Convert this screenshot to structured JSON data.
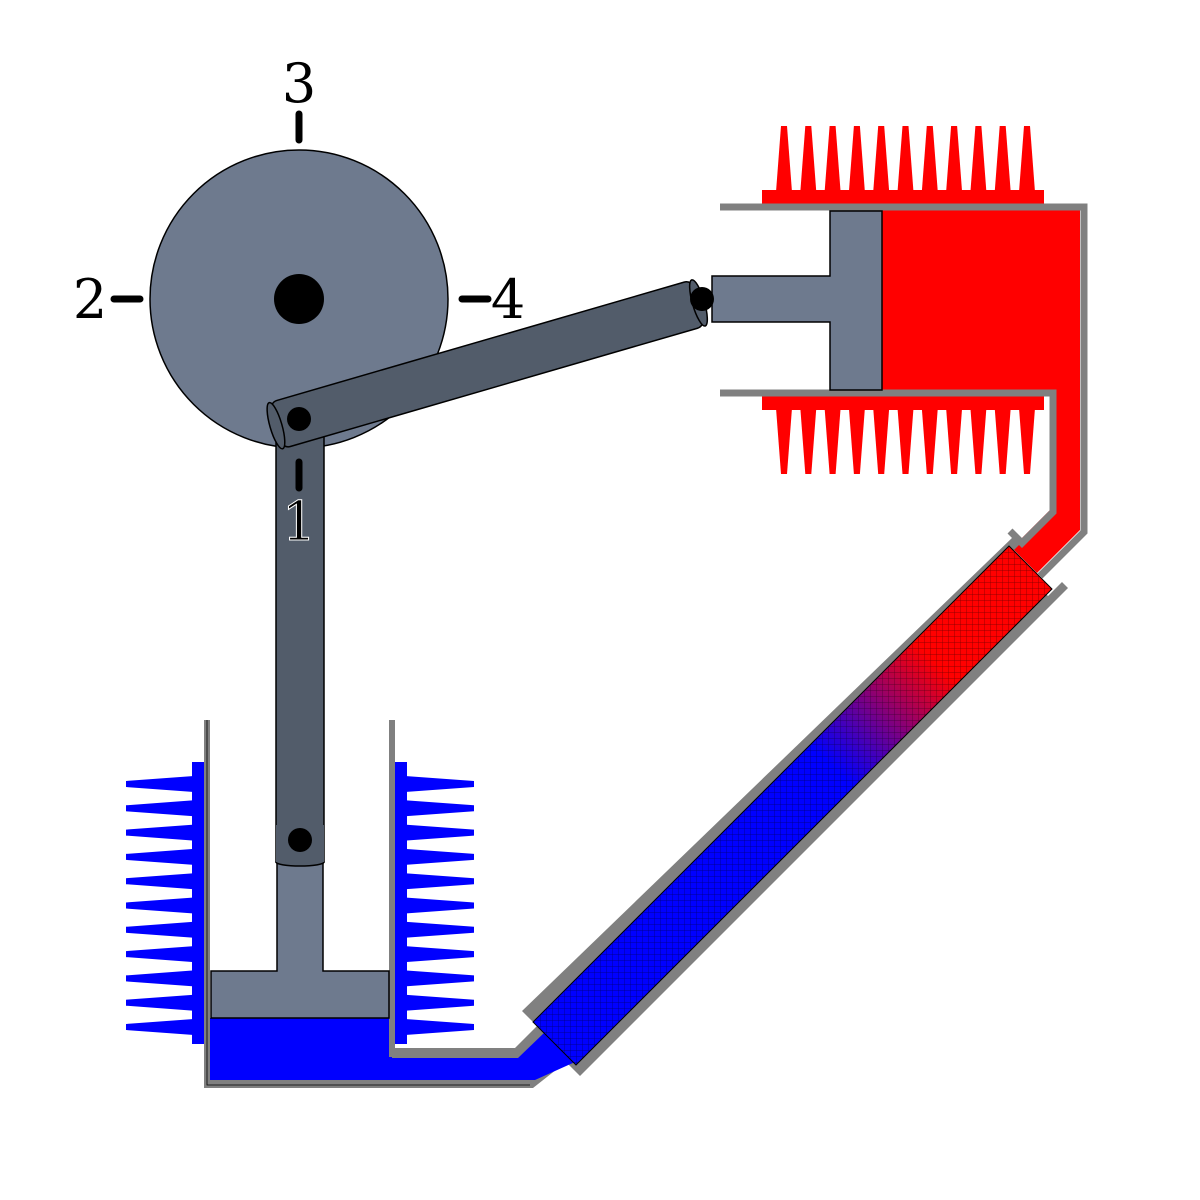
{
  "diagram": {
    "type": "alpha-stirling-engine",
    "crank_positions": {
      "bottom": "1",
      "left": "2",
      "top": "3",
      "right": "4"
    },
    "colors": {
      "hot": "#ff0000",
      "cold": "#0000ff",
      "flywheel": "#6e7a8e",
      "rod": "#525c6a",
      "wall": "#808080",
      "outline": "#000000"
    }
  }
}
